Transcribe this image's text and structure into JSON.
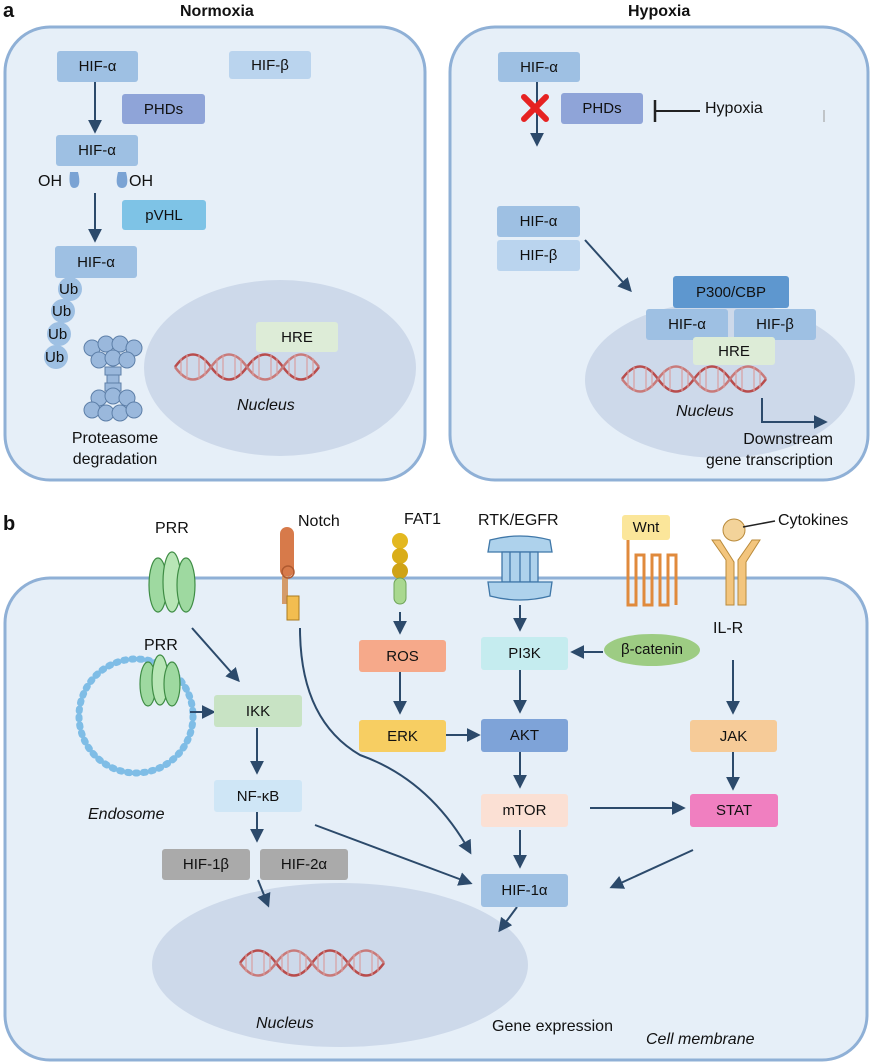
{
  "panel_a": {
    "letter": "a",
    "normoxia": {
      "title": "Normoxia",
      "hif_alpha": "HIF-α",
      "hif_beta": "HIF-β",
      "phds": "PHDs",
      "oh": "OH",
      "pvhl": "pVHL",
      "ub": "Ub",
      "hre": "HRE",
      "nucleus": "Nucleus",
      "proteasome_line1": "Proteasome",
      "proteasome_line2": "degradation"
    },
    "hypoxia": {
      "title": "Hypoxia",
      "hif_alpha": "HIF-α",
      "hif_beta": "HIF-β",
      "phds": "PHDs",
      "hypoxia_label": "Hypoxia",
      "p300": "P300/CBP",
      "hre": "HRE",
      "nucleus": "Nucleus",
      "downstream_line1": "Downstream",
      "downstream_line2": "gene transcription"
    }
  },
  "panel_b": {
    "letter": "b",
    "prr": "PRR",
    "notch": "Notch",
    "fat1": "FAT1",
    "rtk": "RTK/EGFR",
    "wnt": "Wnt",
    "cytokines": "Cytokines",
    "ilr": "IL-R",
    "endosome": "Endosome",
    "ikk": "IKK",
    "nfkb": "NF-κB",
    "hif1b": "HIF-1β",
    "hif2a": "HIF-2α",
    "ros": "ROS",
    "erk": "ERK",
    "pi3k": "PI3K",
    "akt": "AKT",
    "mtor": "mTOR",
    "hif1a": "HIF-1α",
    "bcatenin": "β-catenin",
    "jak": "JAK",
    "stat": "STAT",
    "nucleus": "Nucleus",
    "gene_expression": "Gene expression",
    "cell_membrane": "Cell membrane"
  },
  "colors": {
    "cell_fill": "#e6eff8",
    "cell_stroke": "#8fb0d6",
    "nucleus_fill": "#cdd9ea",
    "arrow": "#2c4a6b",
    "hif_box": "#9ec0e3",
    "hif_beta_box": "#bad4ee",
    "phds_box": "#8fa4d8",
    "pvhl_box": "#7ec3e6",
    "hre_box": "#ddecd7",
    "p300_box": "#5e97cf",
    "ikk_box": "#c8e3c4",
    "nfkb_box": "#cfe6f6",
    "gray_box": "#aaaaaa",
    "ros_box": "#f6a98a",
    "erk_box": "#f7ce62",
    "pi3k_box": "#c5ecef",
    "akt_box": "#7ea3d8",
    "mtor_box": "#fbe0d4",
    "jak_box": "#f6cb98",
    "stat_box": "#f07fc0",
    "bcatenin": "#9dcc83",
    "wnt_box": "#fbe69a",
    "inhibit_x": "#e62222"
  }
}
